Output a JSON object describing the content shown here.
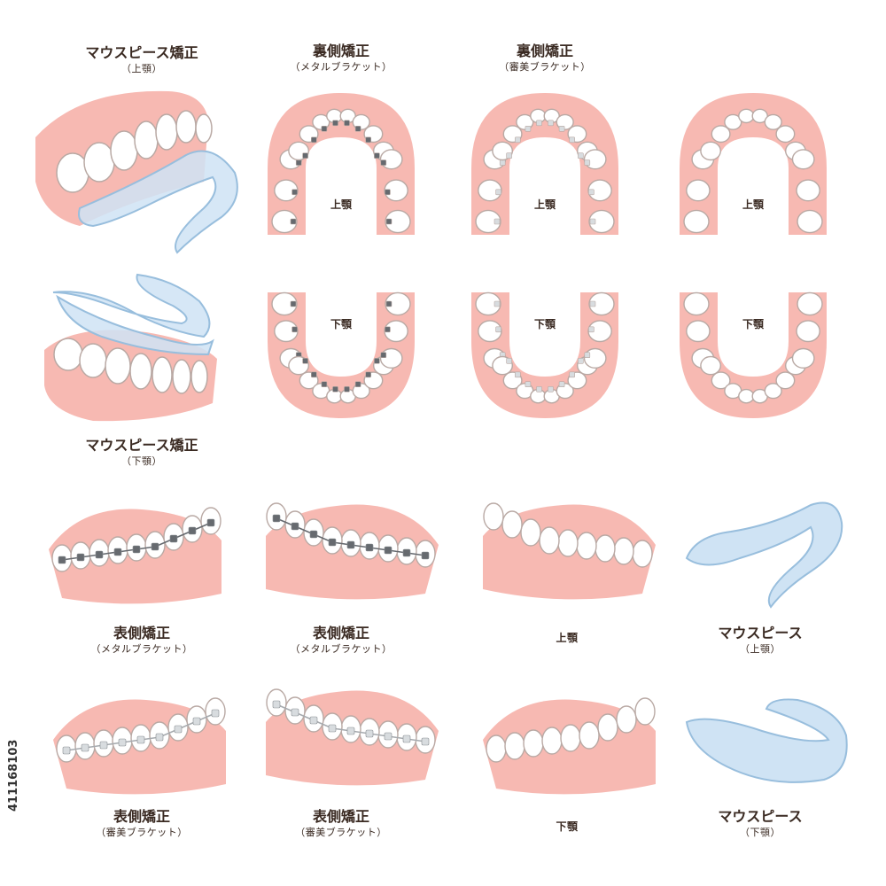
{
  "colors": {
    "gum": "#f7b9b2",
    "gum_dark": "#efa39b",
    "tooth": "#ffffff",
    "tooth_shade": "#e7e3e1",
    "outline": "#b9a9a4",
    "metal": "#666a6f",
    "ceramic": "#d8dcdf",
    "aligner": "#cfe3f4",
    "aligner_edge": "#98bedd"
  },
  "labels": {
    "aligner_upper": {
      "main": "マウスピース矯正",
      "sub": "（上顎）"
    },
    "aligner_lower": {
      "main": "マウスピース矯正",
      "sub": "（下顎）"
    },
    "lingual_metal": {
      "main": "裏側矯正",
      "sub": "（メタルブラケット）"
    },
    "lingual_ceramic": {
      "main": "裏側矯正",
      "sub": "（審美ブラケット）"
    },
    "labial_metal_1": {
      "main": "表側矯正",
      "sub": "（メタルブラケット）"
    },
    "labial_metal_2": {
      "main": "表側矯正",
      "sub": "（メタルブラケット）"
    },
    "labial_ceramic_1": {
      "main": "表側矯正",
      "sub": "（審美ブラケット）"
    },
    "labial_ceramic_2": {
      "main": "表側矯正",
      "sub": "（審美ブラケット）"
    },
    "plain_upper": {
      "main": "上顎"
    },
    "plain_lower": {
      "main": "下顎"
    },
    "piece_upper": {
      "main": "マウスピース",
      "sub": "（上顎）"
    },
    "piece_lower": {
      "main": "マウスピース",
      "sub": "（下顎）"
    }
  },
  "jaw_labels": {
    "upper": "上顎",
    "lower": "下顎"
  },
  "stock_id": "411168103"
}
